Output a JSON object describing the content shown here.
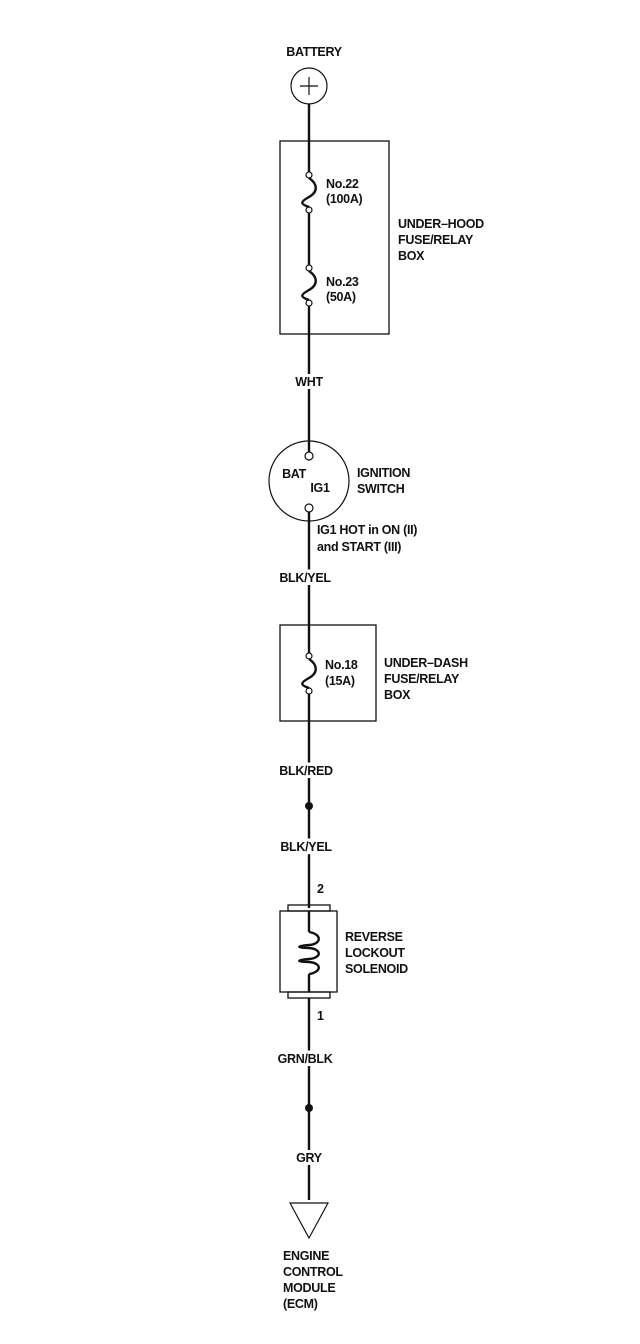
{
  "battery": {
    "label": "BATTERY",
    "symbol": "+"
  },
  "underhood_box": {
    "label_lines": [
      "UNDER–HOOD",
      "FUSE/RELAY",
      "BOX"
    ],
    "fuses": [
      {
        "name": "No.22",
        "rating": "(100A)"
      },
      {
        "name": "No.23",
        "rating": "(50A)"
      }
    ]
  },
  "wires": {
    "w1": "WHT",
    "w2": "BLK/YEL",
    "w3": "BLK/RED",
    "w4": "BLK/YEL",
    "w5": "GRN/BLK",
    "w6": "GRY"
  },
  "ignition_switch": {
    "label_lines": [
      "IGNITION",
      "SWITCH"
    ],
    "terminal_bat": "BAT",
    "terminal_ig1": "IG1",
    "note_lines": [
      "IG1 HOT in ON (II)",
      "and START (III)"
    ]
  },
  "underdash_box": {
    "label_lines": [
      "UNDER–DASH",
      "FUSE/RELAY",
      "BOX"
    ],
    "fuse": {
      "name": "No.18",
      "rating": "(15A)"
    }
  },
  "solenoid": {
    "label_lines": [
      "REVERSE",
      "LOCKOUT",
      "SOLENOID"
    ],
    "pin_top": "2",
    "pin_bottom": "1"
  },
  "ecm": {
    "label_lines": [
      "ENGINE",
      "CONTROL",
      "MODULE",
      "(ECM)"
    ]
  }
}
